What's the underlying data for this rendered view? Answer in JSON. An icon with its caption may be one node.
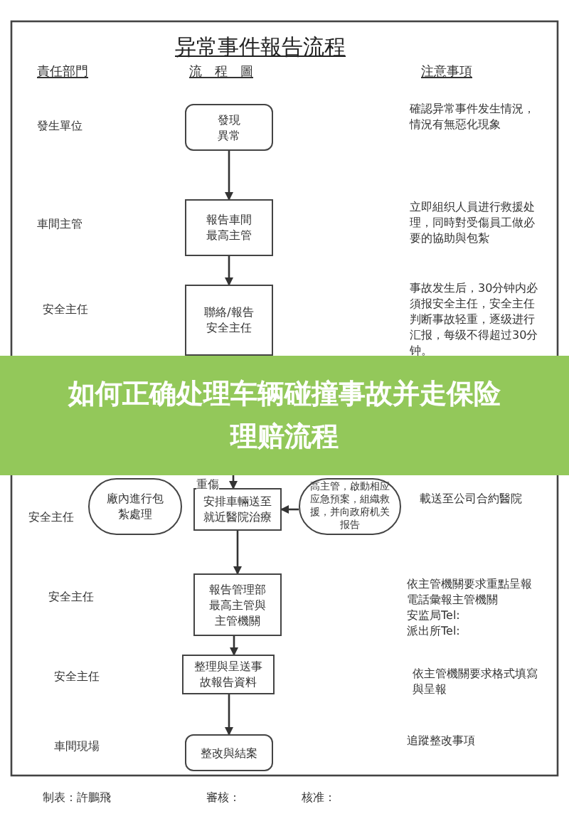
{
  "diagram": {
    "title": "异常事件報告流程",
    "caption": "如何正确处理车辆碰撞事故并走保险理赔流程",
    "nodes": [
      {
        "text": [
          "發現異常"
        ]
      },
      {
        "text": [
          "報告車間最高主管"
        ]
      },
      {
        "text": [
          "聯絡/報告安全主任"
        ]
      },
      {
        "text": [
          "廠內進行包紮處理"
        ]
      },
      {
        "text": [
          "安排車輛送至就近醫院治療"
        ]
      },
      {
        "text": [
          "高主管，啟動相应应急預案，組織救援，并向政府机关报告"
        ]
      },
      {
        "text": [
          "報告管理部最高主管與主管機關"
        ]
      },
      {
        "text": [
          "整理與呈送事故報告資料"
        ]
      },
      {
        "text": [
          "整改與結案"
        ]
      }
    ],
    "edges": [
      {
        "from": 0,
        "to": 1,
        "arrow": "to"
      },
      {
        "from": 1,
        "to": 2,
        "arrow": "to"
      },
      {
        "from": 2,
        "to": 4,
        "arrow": "to",
        "label": "重傷"
      },
      {
        "from": 5,
        "to": 4,
        "arrow": "to"
      },
      {
        "from": 4,
        "to": 6,
        "arrow": "to"
      },
      {
        "from": 6,
        "to": 7,
        "arrow": "to"
      },
      {
        "from": 7,
        "to": 8,
        "arrow": "to"
      }
    ],
    "labels": [
      "責任部門",
      "流　程　圖",
      "注意事項",
      "發生單位",
      "確認异常事件发生情況，情況有無惡化現象",
      "車間主管",
      "立即組织人員进行救援处理，同時對受傷員工做必要的協助與包紮",
      "安全主任",
      "事故发生后，30分钟内必須报安全主任，安全主任判断事故轻重，逐级进行汇报，每级不得超过30分钟。",
      "安全主任",
      "載送至公司合約醫院",
      "安全主任",
      "依主管機關要求重點呈報電話彙報主管機關",
      "安监局Tel:",
      "派出所Tel:",
      "安全主任",
      "依主管機關要求格式填寫與呈報",
      "車間現場",
      "追蹤整改事項",
      "制表：許鵬飛",
      "審核：",
      "核准："
    ]
  }
}
